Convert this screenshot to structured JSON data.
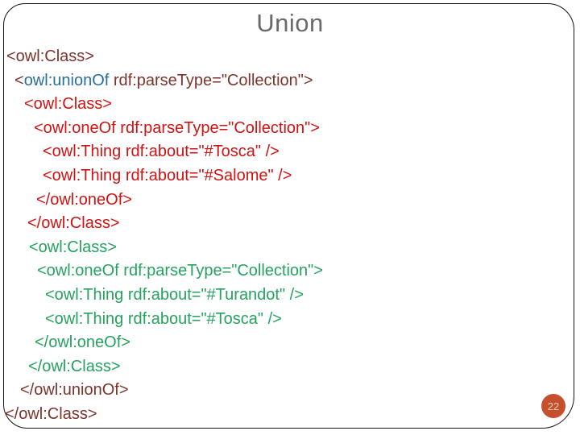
{
  "slide": {
    "title": "Union",
    "page_number": "22"
  },
  "colors": {
    "title": "#6A6A6A",
    "maroon": "#7B342C",
    "red": "#D01312",
    "green": "#26A25F",
    "blue": "#2A6E9C",
    "badge_bg": "#C6502E",
    "badge_text": "#EFD2AC",
    "border": "#141414",
    "background": "#FFFFFF"
  },
  "code": {
    "lines": [
      {
        "indent": 8,
        "segments": [
          {
            "text": "<owl:Class>",
            "color": "maroon"
          }
        ]
      },
      {
        "indent": 18,
        "segments": [
          {
            "text": "<",
            "color": "maroon"
          },
          {
            "text": "owl:unionOf",
            "color": "blue"
          },
          {
            "text": " rdf:parseType=\"Collection\">",
            "color": "maroon"
          }
        ]
      },
      {
        "indent": 30,
        "segments": [
          {
            "text": "<owl:Class>",
            "color": "red"
          }
        ]
      },
      {
        "indent": 42,
        "segments": [
          {
            "text": "<owl:oneOf rdf:parseType=\"Collection\">",
            "color": "red"
          }
        ]
      },
      {
        "indent": 53,
        "segments": [
          {
            "text": "<owl:Thing rdf:about=\"#Tosca\" />",
            "color": "red"
          }
        ]
      },
      {
        "indent": 53,
        "segments": [
          {
            "text": "<owl:Thing rdf:about=\"#Salome\" />",
            "color": "red"
          }
        ]
      },
      {
        "indent": 45,
        "segments": [
          {
            "text": "</owl:oneOf>",
            "color": "red"
          }
        ]
      },
      {
        "indent": 34,
        "segments": [
          {
            "text": "</owl:Class>",
            "color": "red"
          }
        ]
      },
      {
        "indent": 36,
        "segments": [
          {
            "text": "<owl:Class>",
            "color": "green"
          }
        ]
      },
      {
        "indent": 46,
        "segments": [
          {
            "text": "<owl:oneOf rdf:parseType=\"Collection\">",
            "color": "green"
          }
        ]
      },
      {
        "indent": 56,
        "segments": [
          {
            "text": "<owl:Thing rdf:about=\"#Turandot\" />",
            "color": "green"
          }
        ]
      },
      {
        "indent": 56,
        "segments": [
          {
            "text": "<owl:Thing rdf:about=\"#Tosca\" />",
            "color": "green"
          }
        ]
      },
      {
        "indent": 43,
        "segments": [
          {
            "text": "</owl:oneOf>",
            "color": "green"
          }
        ]
      },
      {
        "indent": 35,
        "segments": [
          {
            "text": "</owl:Class>",
            "color": "green"
          }
        ]
      },
      {
        "indent": 25,
        "segments": [
          {
            "text": "</owl:unionOf>",
            "color": "maroon"
          }
        ]
      },
      {
        "indent": 6,
        "segments": [
          {
            "text": "</owl:Class>",
            "color": "maroon"
          }
        ]
      }
    ]
  }
}
